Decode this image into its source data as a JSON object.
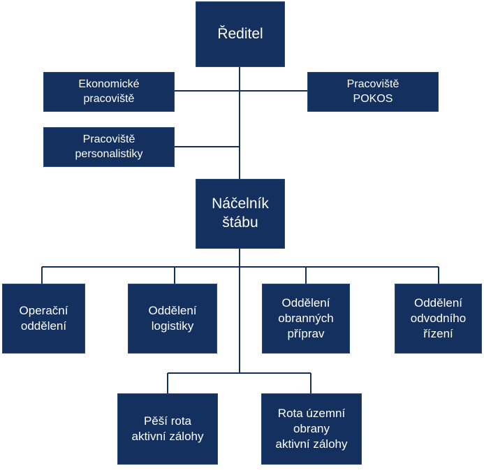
{
  "org_chart": {
    "director": "Ředitel",
    "economic_office": "Ekonomické\npracoviště",
    "pokos_office": "Pracoviště\nPOKOS",
    "personnel_office": "Pracoviště\npersonalistiky",
    "chief_of_staff": "Náčelník\nštábu",
    "departments": [
      "Operační\noddělení",
      "Oddělení\nlogistiky",
      "Oddělení\nobranných\npříprav",
      "Oddělení\nodvodního\nřízení"
    ],
    "companies": [
      "Pěší rota\naktivní zálohy",
      "Rota územní\nobrany\naktivní zálohy"
    ],
    "colors": {
      "node_fill": "#14305e",
      "connector": "#14305e",
      "text": "#ffffff"
    }
  }
}
